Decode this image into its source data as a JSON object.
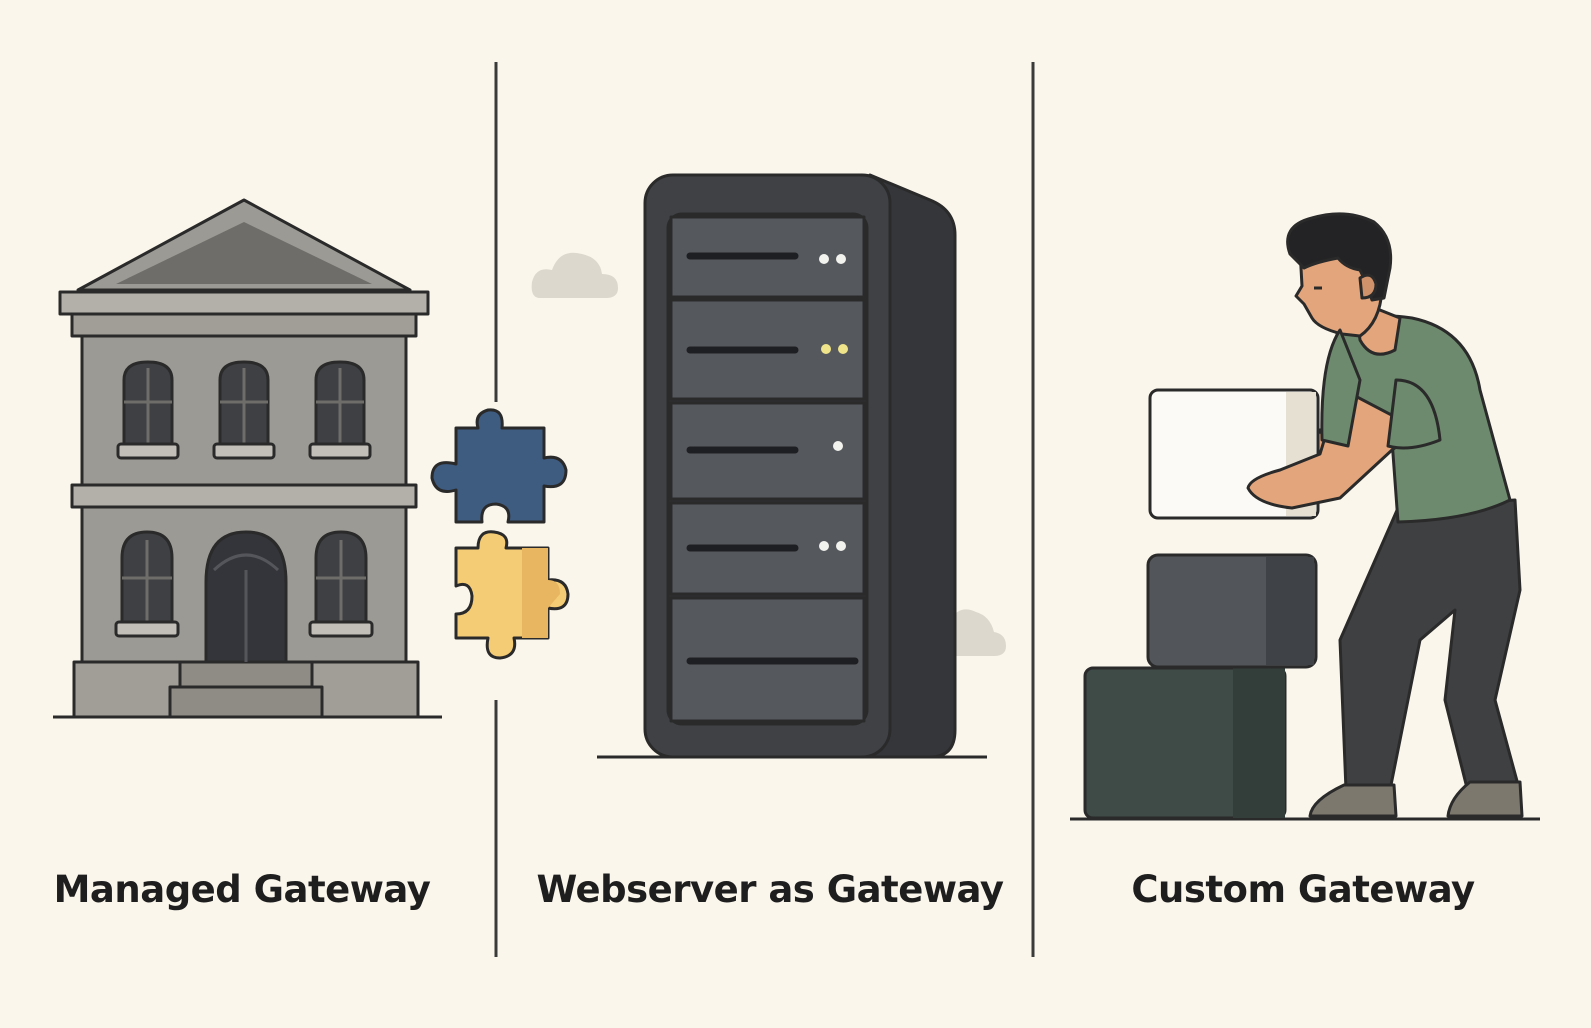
{
  "panels": [
    {
      "id": "managed",
      "label": "Managed Gateway",
      "icon": "building-icon"
    },
    {
      "id": "webserver",
      "label": "Webserver as Gateway",
      "icon": "server-tower-icon"
    },
    {
      "id": "custom",
      "label": "Custom Gateway",
      "icon": "person-stacking-boxes-icon"
    }
  ],
  "decorations": [
    "puzzle-pieces-icon",
    "cloud-icon"
  ],
  "colors": {
    "background": "#faf6ec",
    "outline": "#2a2a2a",
    "building": "#9c9a94",
    "server": "#3c3e42",
    "puzzle_blue": "#3e5b80",
    "puzzle_yellow": "#f5cc76",
    "shirt": "#6e8a6e",
    "crate": "#3e4b47"
  }
}
